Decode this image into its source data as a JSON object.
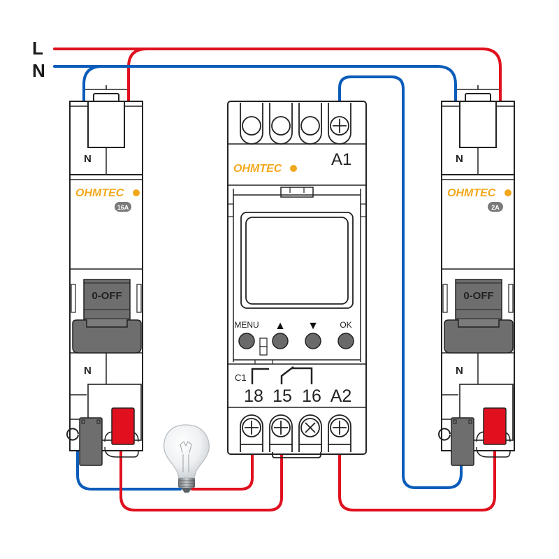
{
  "diagram": {
    "title": "Timer switch wiring diagram",
    "line_labels": {
      "live": "L",
      "neutral": "N"
    },
    "colors": {
      "live_wire": "#e0101e",
      "neutral_wire": "#0a5cba",
      "brand_orange": "#f2a81d",
      "brand_gray": "#8a8a8a",
      "handle_gray": "#6e6e6e",
      "clamp_red": "#e0101e"
    },
    "left_breaker": {
      "brand": "OHMTEC",
      "rating": "16A",
      "top_terminal_label": "N",
      "bottom_terminal_label": "N",
      "switch_label": "0-OFF"
    },
    "right_breaker": {
      "brand": "OHMTEC",
      "rating": "2A",
      "top_terminal_label": "N",
      "bottom_terminal_label": "N",
      "switch_label": "0-OFF"
    },
    "timer": {
      "brand": "OHMTEC",
      "top_terminal_label": "A1",
      "buttons": [
        {
          "label": "MENU",
          "icon": "menu"
        },
        {
          "label": "▲",
          "icon": "up-arrow"
        },
        {
          "label": "▼",
          "icon": "down-arrow"
        },
        {
          "label": "OK",
          "icon": "ok"
        }
      ],
      "channel_label": "C1",
      "bottom_terminals": [
        "18",
        "15",
        "16",
        "A2"
      ]
    },
    "load": {
      "name": "light bulb"
    }
  }
}
